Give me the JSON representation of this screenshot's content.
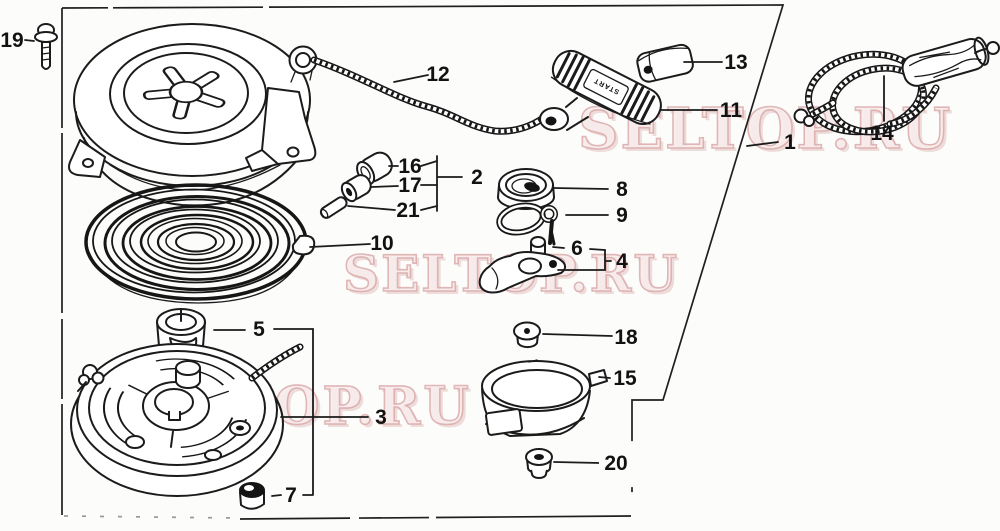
{
  "watermark": {
    "text": "SELTOP.RU",
    "color": "#d09292"
  },
  "grip": {
    "text": "START"
  },
  "labels": {
    "n1": "1",
    "n2": "2",
    "n3": "3",
    "n4": "4",
    "n5": "5",
    "n6": "6",
    "n7": "7",
    "n8": "8",
    "n9": "9",
    "n10": "10",
    "n11": "11",
    "n12": "12",
    "n13": "13",
    "n14": "14",
    "n15": "15",
    "n16": "16",
    "n17": "17",
    "n18": "18",
    "n19": "19",
    "n20": "20",
    "n21": "21"
  }
}
